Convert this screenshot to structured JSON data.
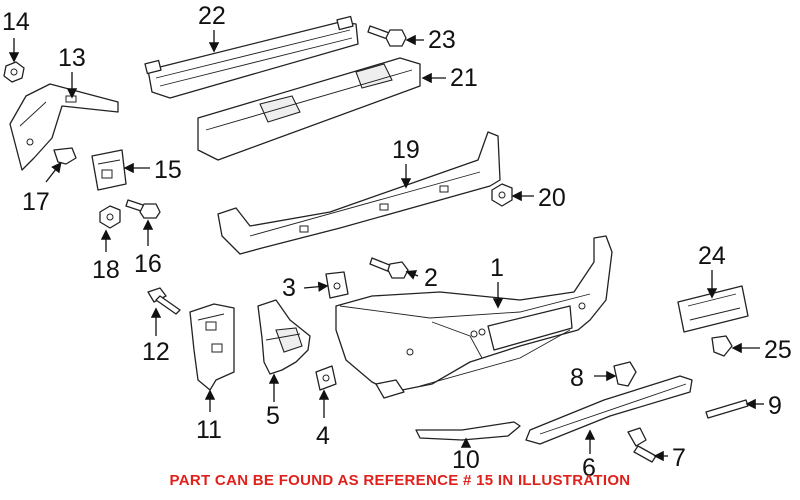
{
  "callouts": {
    "p1": "1",
    "p2": "2",
    "p3": "3",
    "p4": "4",
    "p5": "5",
    "p6": "6",
    "p7": "7",
    "p8": "8",
    "p9": "9",
    "p10": "10",
    "p11": "11",
    "p12": "12",
    "p13": "13",
    "p14": "14",
    "p15": "15",
    "p16": "16",
    "p17": "17",
    "p18": "18",
    "p19": "19",
    "p20": "20",
    "p21": "21",
    "p22": "22",
    "p23": "23",
    "p24": "24",
    "p25": "25"
  },
  "footer": {
    "note": "PART CAN BE FOUND AS REFERENCE # 15 IN ILLUSTRATION",
    "note_color": "#e0201b"
  },
  "colors": {
    "line": "#222222",
    "background": "#ffffff"
  }
}
